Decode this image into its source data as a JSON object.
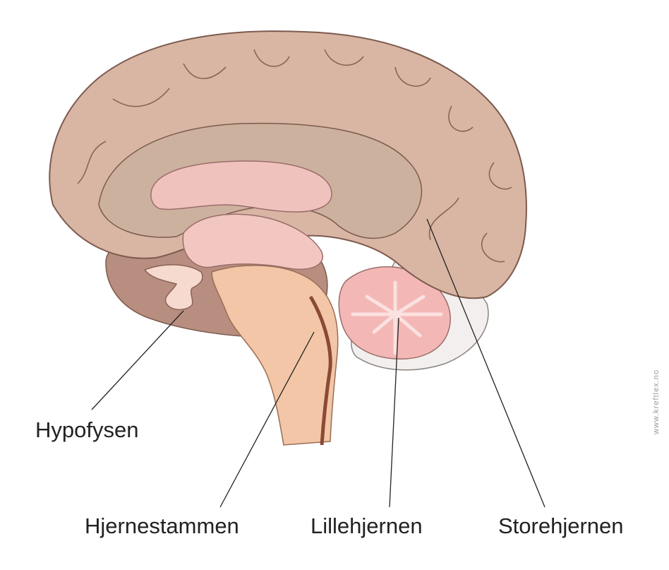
{
  "labels": {
    "hypofysen": "Hypofysen",
    "hjernestammen": "Hjernestammen",
    "lillehjernen": "Lillehjernen",
    "storehjernen": "Storehjernen"
  },
  "credit": "www.kreftlex.no",
  "colors": {
    "cortex": "#d9b5a3",
    "cortex_edge": "#7d5a4f",
    "inner_band": "#cdb19f",
    "ventricle": "#f0c2bd",
    "brainstem": "#f2c6a6",
    "cerebellum": "#f3b8b6",
    "tentorium": "#f2efee",
    "leader_line": "#222222"
  }
}
